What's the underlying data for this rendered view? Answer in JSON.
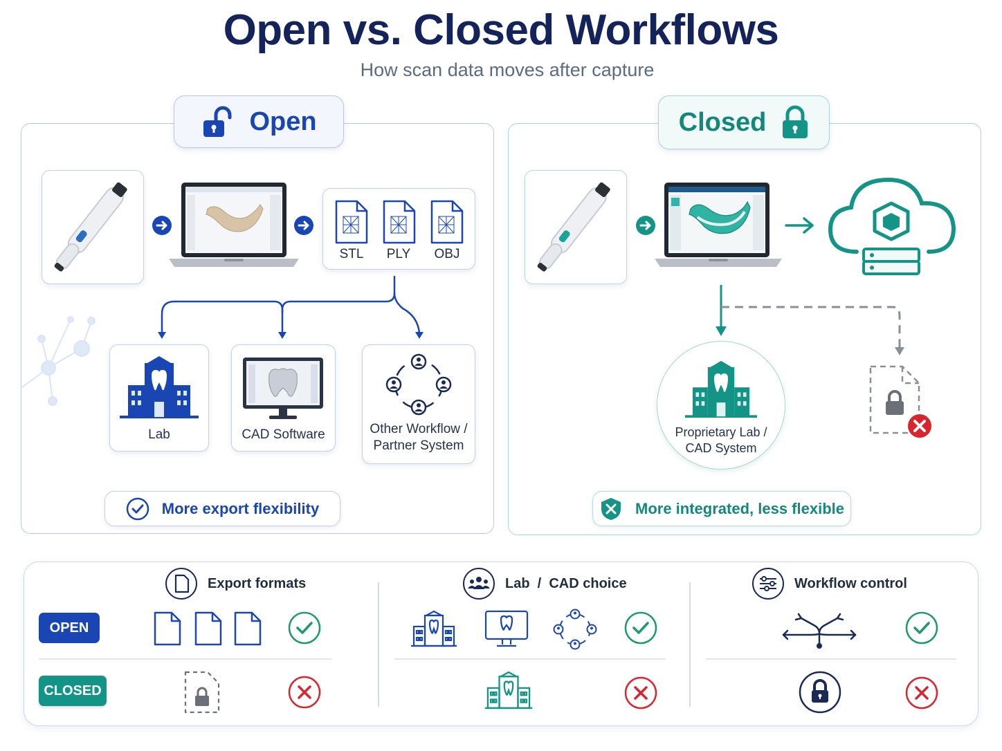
{
  "title": "Open vs. Closed Workflows",
  "subtitle": "How scan data moves after capture",
  "open": {
    "header": "Open",
    "formats": [
      "STL",
      "PLY",
      "OBJ"
    ],
    "destinations": [
      {
        "label": "Lab"
      },
      {
        "label": "CAD Software"
      },
      {
        "label_line1": "Other Workflow /",
        "label_line2": "Partner System"
      }
    ],
    "pill": "More export flexibility"
  },
  "closed": {
    "header": "Closed",
    "destination_line1": "Proprietary Lab /",
    "destination_line2": "CAD System",
    "pill": "More integrated, less flexible"
  },
  "comparison": {
    "columns": [
      "Export formats",
      "Lab  /  CAD choice",
      "Workflow control"
    ],
    "rows": [
      {
        "badge": "OPEN",
        "color": "#1a46b4",
        "result": "check"
      },
      {
        "badge": "CLOSED",
        "color": "#139487",
        "result": "cross"
      }
    ]
  },
  "colors": {
    "navy": "#14245a",
    "open_blue": "#1a46b4",
    "closed_teal": "#139487",
    "check_green": "#1e9a6c",
    "cross_red": "#d8262f"
  },
  "icons": [
    "lock-open-icon",
    "lock-icon",
    "scanner-icon",
    "laptop-icon",
    "file-icon",
    "lab-building-icon",
    "monitor-icon",
    "network-icon",
    "cloud-server-icon",
    "shield-icon",
    "check-icon",
    "cross-icon",
    "branch-icon"
  ]
}
